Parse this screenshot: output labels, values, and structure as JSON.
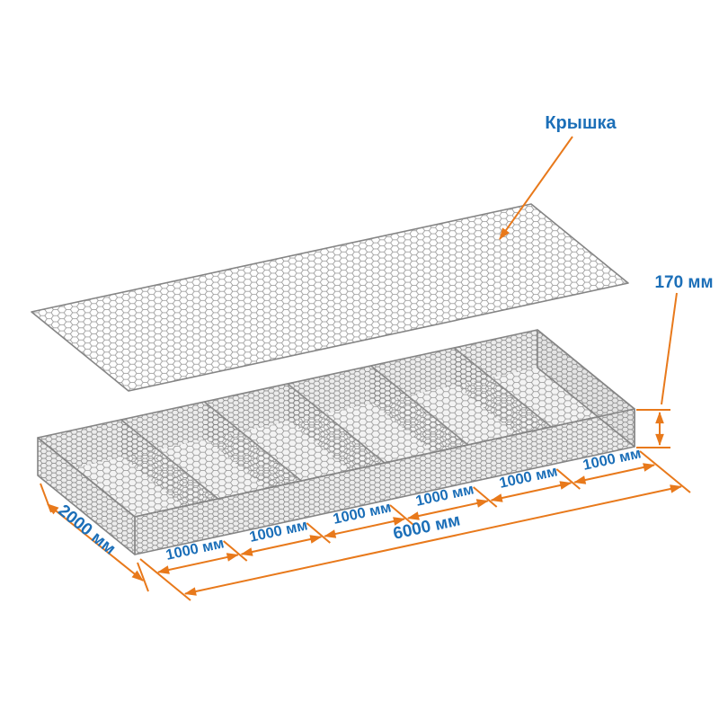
{
  "diagram": {
    "type": "technical-diagram",
    "labels": {
      "lid": "Крышка",
      "height": "170 мм",
      "total_length": "6000 мм",
      "width": "2000 мм"
    },
    "segments": [
      "1000 мм",
      "1000 мм",
      "1000 мм",
      "1000 мм",
      "1000 мм",
      "1000 мм"
    ],
    "structure": {
      "compartment_count": 6,
      "mesh_pattern": "hexagonal"
    },
    "colors": {
      "dimension_lines": "#e8791b",
      "label_text": "#1c6fb8",
      "mesh_wire": "#8f8f8f",
      "background": "#ffffff"
    }
  }
}
